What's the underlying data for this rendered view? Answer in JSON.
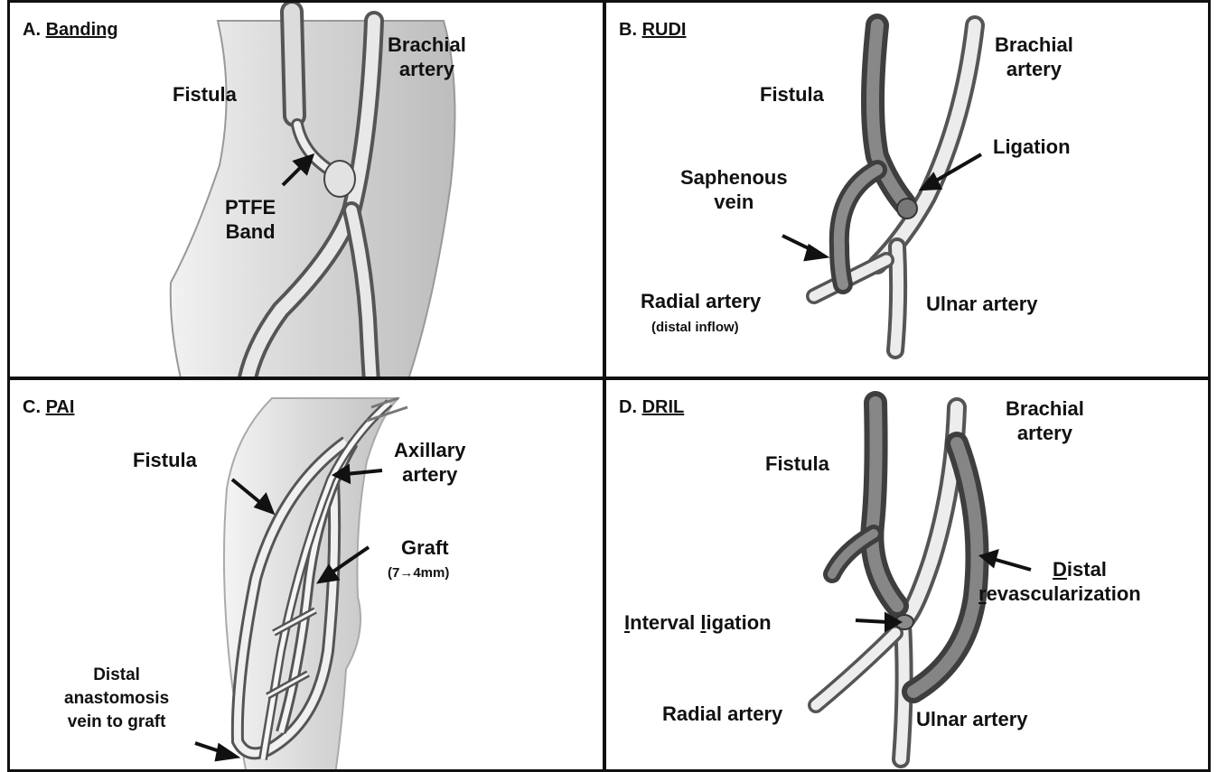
{
  "panels": {
    "a": {
      "letter": "A.",
      "title": "Banding",
      "labels": {
        "fistula": "Fistula",
        "brachial_1": "Brachial",
        "brachial_2": "artery",
        "band_1": "PTFE",
        "band_2": "Band"
      }
    },
    "b": {
      "letter": "B.",
      "title": "RUDI",
      "labels": {
        "fistula": "Fistula",
        "brachial_1": "Brachial",
        "brachial_2": "artery",
        "ligation": "Ligation",
        "saphenous_1": "Saphenous",
        "saphenous_2": "vein",
        "radial": "Radial artery",
        "radial_sub": "(distal inflow)",
        "ulnar": "Ulnar artery"
      }
    },
    "c": {
      "letter": "C.",
      "title": "PAI",
      "labels": {
        "fistula": "Fistula",
        "axillary_1": "Axillary",
        "axillary_2": "artery",
        "graft": "Graft",
        "graft_size": "(7→4mm)",
        "distal_1": "Distal",
        "distal_2": "anastomosis",
        "distal_3": "vein to graft"
      }
    },
    "d": {
      "letter": "D.",
      "title": "DRIL",
      "labels": {
        "fistula": "Fistula",
        "brachial_1": "Brachial",
        "brachial_2": "artery",
        "distal_first": "D",
        "distal_rest": "istal",
        "revasc_first": "r",
        "revasc_rest": "evascularization",
        "interval_first": "I",
        "interval_mid": "nterval ",
        "ligation_first": "l",
        "ligation_rest": "igation",
        "radial": "Radial artery",
        "ulnar": "Ulnar artery"
      }
    }
  }
}
